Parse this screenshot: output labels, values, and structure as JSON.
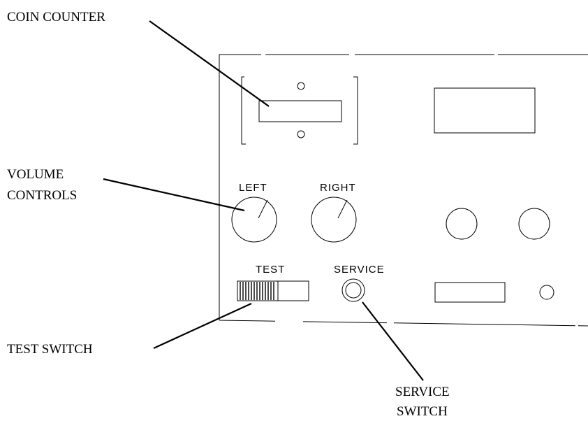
{
  "callouts": {
    "coin_counter": "COIN COUNTER",
    "volume_controls_line1": "VOLUME",
    "volume_controls_line2": "CONTROLS",
    "test_switch": "TEST SWITCH",
    "service_switch_line1": "SERVICE",
    "service_switch_line2": "SWITCH"
  },
  "panel_labels": {
    "left": "LEFT",
    "right": "RIGHT",
    "test": "TEST",
    "service": "SERVICE"
  }
}
